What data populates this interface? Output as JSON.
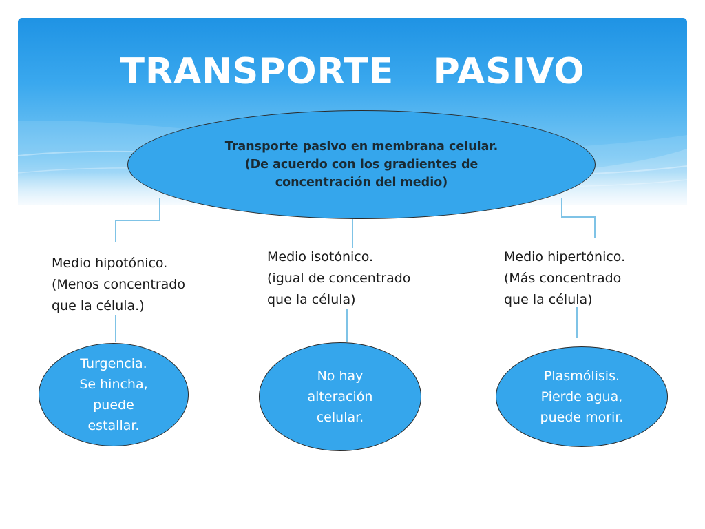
{
  "title": "TRANSPORTE   PASIVO",
  "main_node": {
    "lines": [
      "Transporte pasivo en membrana celular.",
      "(De acuerdo con los gradientes de",
      "concentración del medio)"
    ]
  },
  "branches": [
    {
      "label_lines": [
        "Medio hipotónico.",
        "(Menos concentrado",
        "que la célula.)"
      ],
      "result_lines": [
        "Turgencia.",
        "Se hincha,",
        "puede",
        "estallar."
      ]
    },
    {
      "label_lines": [
        "Medio isotónico.",
        "(igual de concentrado",
        "que la célula)"
      ],
      "result_lines": [
        "No hay",
        "alteración",
        "celular."
      ]
    },
    {
      "label_lines": [
        "Medio hipertónico.",
        "(Más concentrado",
        "que la célula)"
      ],
      "result_lines": [
        "Plasmólisis.",
        "Pierde agua,",
        "puede morir."
      ]
    }
  ],
  "colors": {
    "header_top": "#1f93e4",
    "node_fill": "#35a6ec",
    "connector": "#7fc3e6"
  }
}
